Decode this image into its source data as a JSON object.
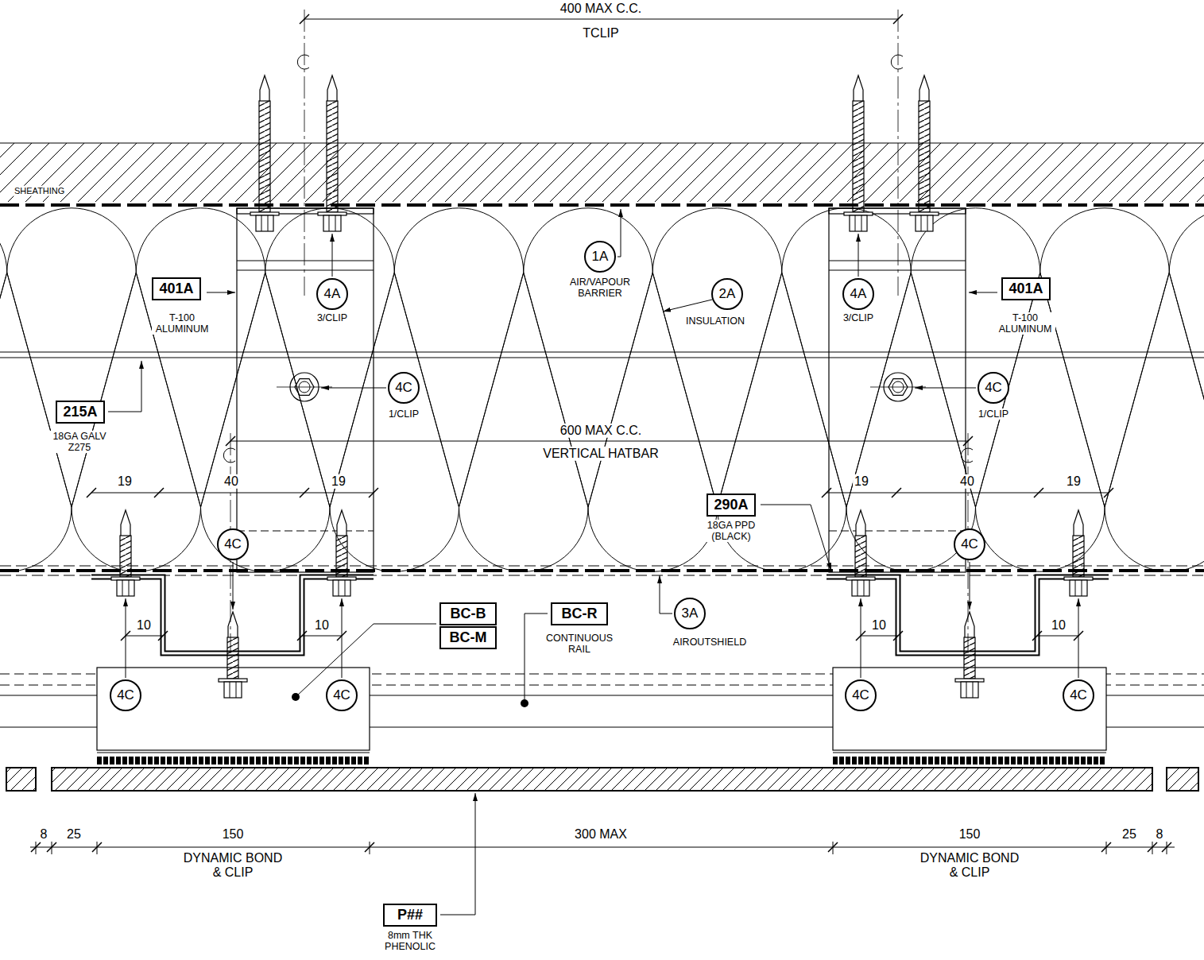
{
  "diagram": {
    "nodes": [
      {
        "text": [
          "401A",
          "T-100 ALUMINUM"
        ]
      },
      {
        "text": [
          "4A",
          "3/CLIP"
        ]
      },
      {
        "text": [
          "1A",
          "AIR/VAPOUR BARRIER"
        ]
      },
      {
        "text": [
          "2A",
          "INSULATION"
        ]
      },
      {
        "text": [
          "4A",
          "3/CLIP"
        ]
      },
      {
        "text": [
          "401A",
          "T-100 ALUMINUM"
        ]
      },
      {
        "text": [
          "215A",
          "18GA GALV Z275"
        ]
      },
      {
        "text": [
          "4C",
          "1/CLIP"
        ]
      },
      {
        "text": [
          "4C",
          "1/CLIP"
        ]
      },
      {
        "text": [
          "4C"
        ]
      },
      {
        "text": [
          "290A",
          "18GA PPD (BLACK)"
        ]
      },
      {
        "text": [
          "4C"
        ]
      },
      {
        "text": [
          "BC-B"
        ]
      },
      {
        "text": [
          "BC-M"
        ]
      },
      {
        "text": [
          "BC-R",
          "CONTINUOUS RAIL"
        ]
      },
      {
        "text": [
          "3A",
          "AIROUTSHIELD"
        ]
      },
      {
        "text": [
          "4C"
        ]
      },
      {
        "text": [
          "4C"
        ]
      },
      {
        "text": [
          "4C"
        ]
      },
      {
        "text": [
          "4C"
        ]
      },
      {
        "text": [
          "P##",
          "8mm THK PHENOLIC"
        ]
      }
    ],
    "labels": [
      "400 MAX C.C.",
      "TCLIP",
      "SHEATHING",
      "600 MAX C.C.",
      "VERTICAL HATBAR",
      "19",
      "40",
      "19",
      "19",
      "40",
      "19",
      "10",
      "10",
      "10",
      "10",
      "8",
      "25",
      "150",
      "DYNAMIC BOND & CLIP",
      "300 MAX",
      "150",
      "DYNAMIC BOND & CLIP",
      "25",
      "8"
    ]
  }
}
